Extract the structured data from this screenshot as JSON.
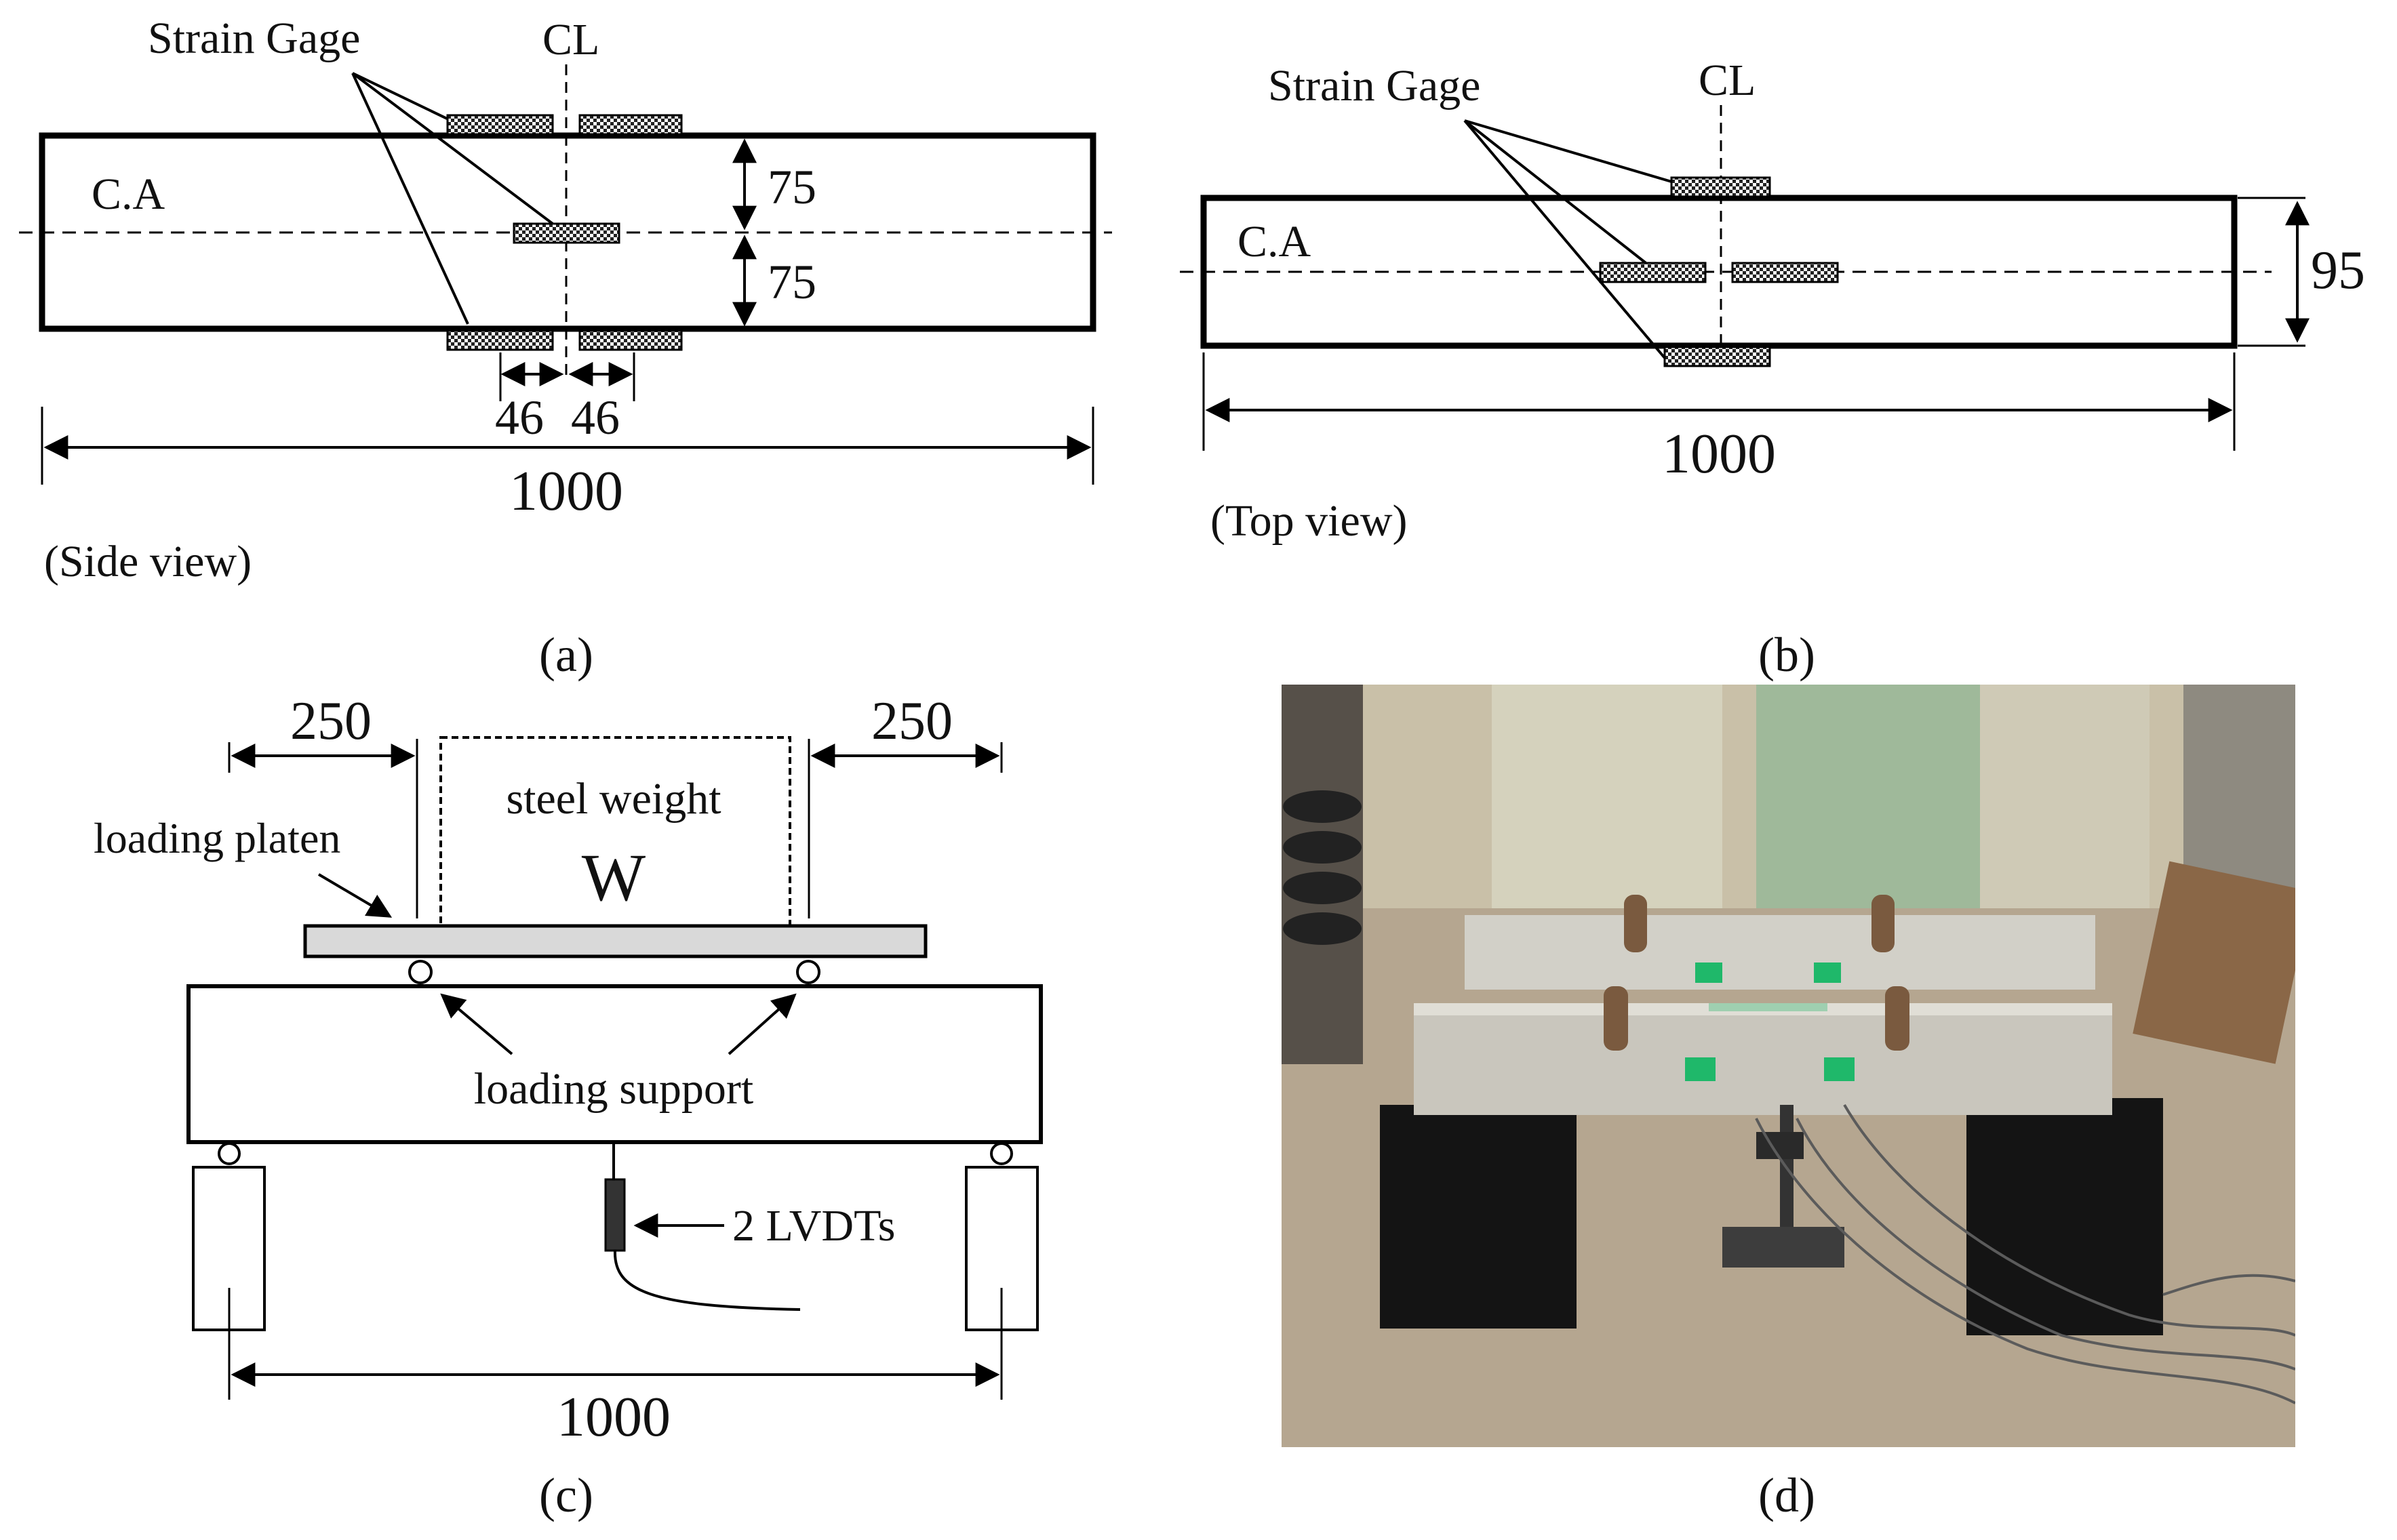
{
  "panel_a": {
    "strain_gage_label": "Strain Gage",
    "centerline_label": "CL",
    "neutral_axis_label": "C.A",
    "dim_upper": "75",
    "dim_lower": "75",
    "dim_offset_left": "46",
    "dim_offset_right": "46",
    "dim_length": "1000",
    "view_label": "(Side view)",
    "caption": "(a)"
  },
  "panel_b": {
    "strain_gage_label": "Strain Gage",
    "centerline_label": "CL",
    "neutral_axis_label": "C.A",
    "dim_width": "95",
    "dim_length": "1000",
    "view_label": "(Top view)",
    "caption": "(b)"
  },
  "panel_c": {
    "dim_left": "250",
    "dim_right": "250",
    "weight_label": "steel weight",
    "weight_symbol": "W",
    "platen_label": "loading platen",
    "support_label": "loading support",
    "lvdt_label": "2 LVDTs",
    "dim_span": "1000",
    "caption": "(c)"
  },
  "panel_d": {
    "caption": "(d)"
  },
  "colors": {
    "ink": "#000000",
    "gage_fill": "#e8e8e8",
    "platen_fill": "#d9d9d9",
    "photo_wall": "#c9c0a8",
    "photo_door": "#9fb99a",
    "photo_floor": "#b5a690",
    "beam_concrete": "#d2d0c8",
    "pedestal": "#141414",
    "tape_green": "#1fb86a"
  }
}
